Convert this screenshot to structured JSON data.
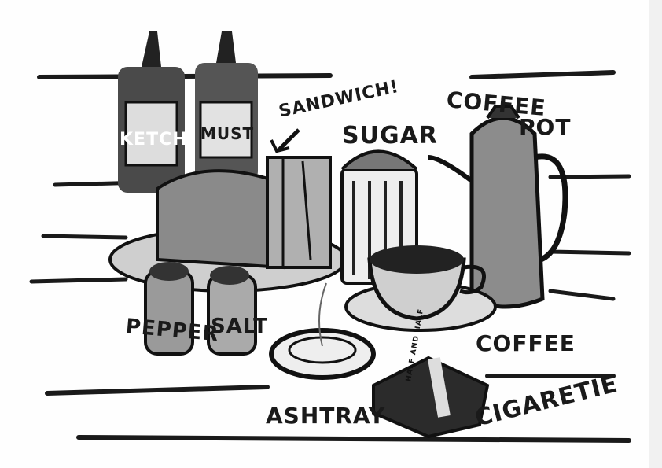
{
  "labels": {
    "ketchup": "KETCH",
    "mustard": "MUST",
    "sandwich": "SANDWICH!",
    "sugar": "SUGAR",
    "coffee_pot_1": "COFFEE",
    "coffee_pot_2": "POT",
    "pepper": "PEPPER",
    "salt": "SALT",
    "coffee": "COFFEE",
    "ashtray": "ASHTRAY",
    "cigarette": "CIGARETIE",
    "pack": "HALF AND HALF"
  },
  "colors": {
    "ink": "#1a1a1a",
    "shade": "#6e6e6e",
    "paper": "#fefefe"
  }
}
